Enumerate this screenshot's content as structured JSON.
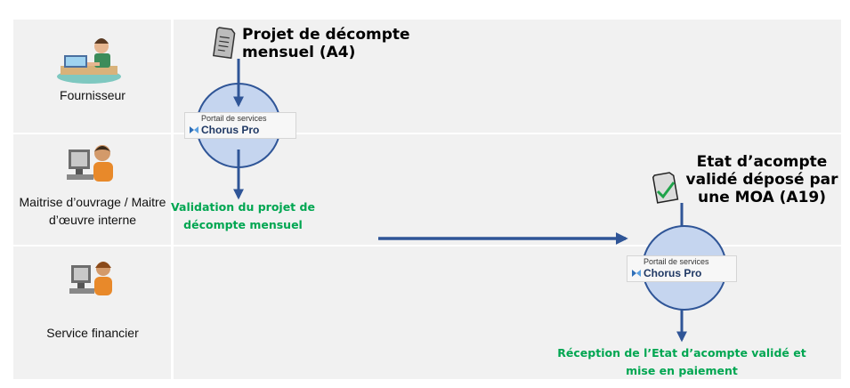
{
  "lanes": [
    {
      "label": "Fournisseur"
    },
    {
      "label": "Maitrise d’ouvrage / Maitre d’œuvre interne"
    },
    {
      "label": "Service financier"
    }
  ],
  "documents": [
    {
      "title": "Projet de décompte mensuel (A4)"
    },
    {
      "title": "Etat d’acompte validé déposé par une MOA (A19)"
    }
  ],
  "portal": {
    "caption": "Portail de services",
    "name": "Chorus Pro"
  },
  "steps": [
    {
      "caption": "Validation du projet de décompte mensuel"
    },
    {
      "caption": "Réception de l’Etat d’acompte validé et mise en paiement"
    }
  ],
  "colors": {
    "arrow": "#2f5597",
    "step_text": "#00a651",
    "lane_bg": "#f1f1f1",
    "portal_fill": "#c5d5ef"
  },
  "icons": [
    "supplier-desk-icon",
    "person-computer-icon",
    "person-computer-icon",
    "document-icon",
    "validated-document-icon",
    "chorus-pro-logo-icon"
  ]
}
